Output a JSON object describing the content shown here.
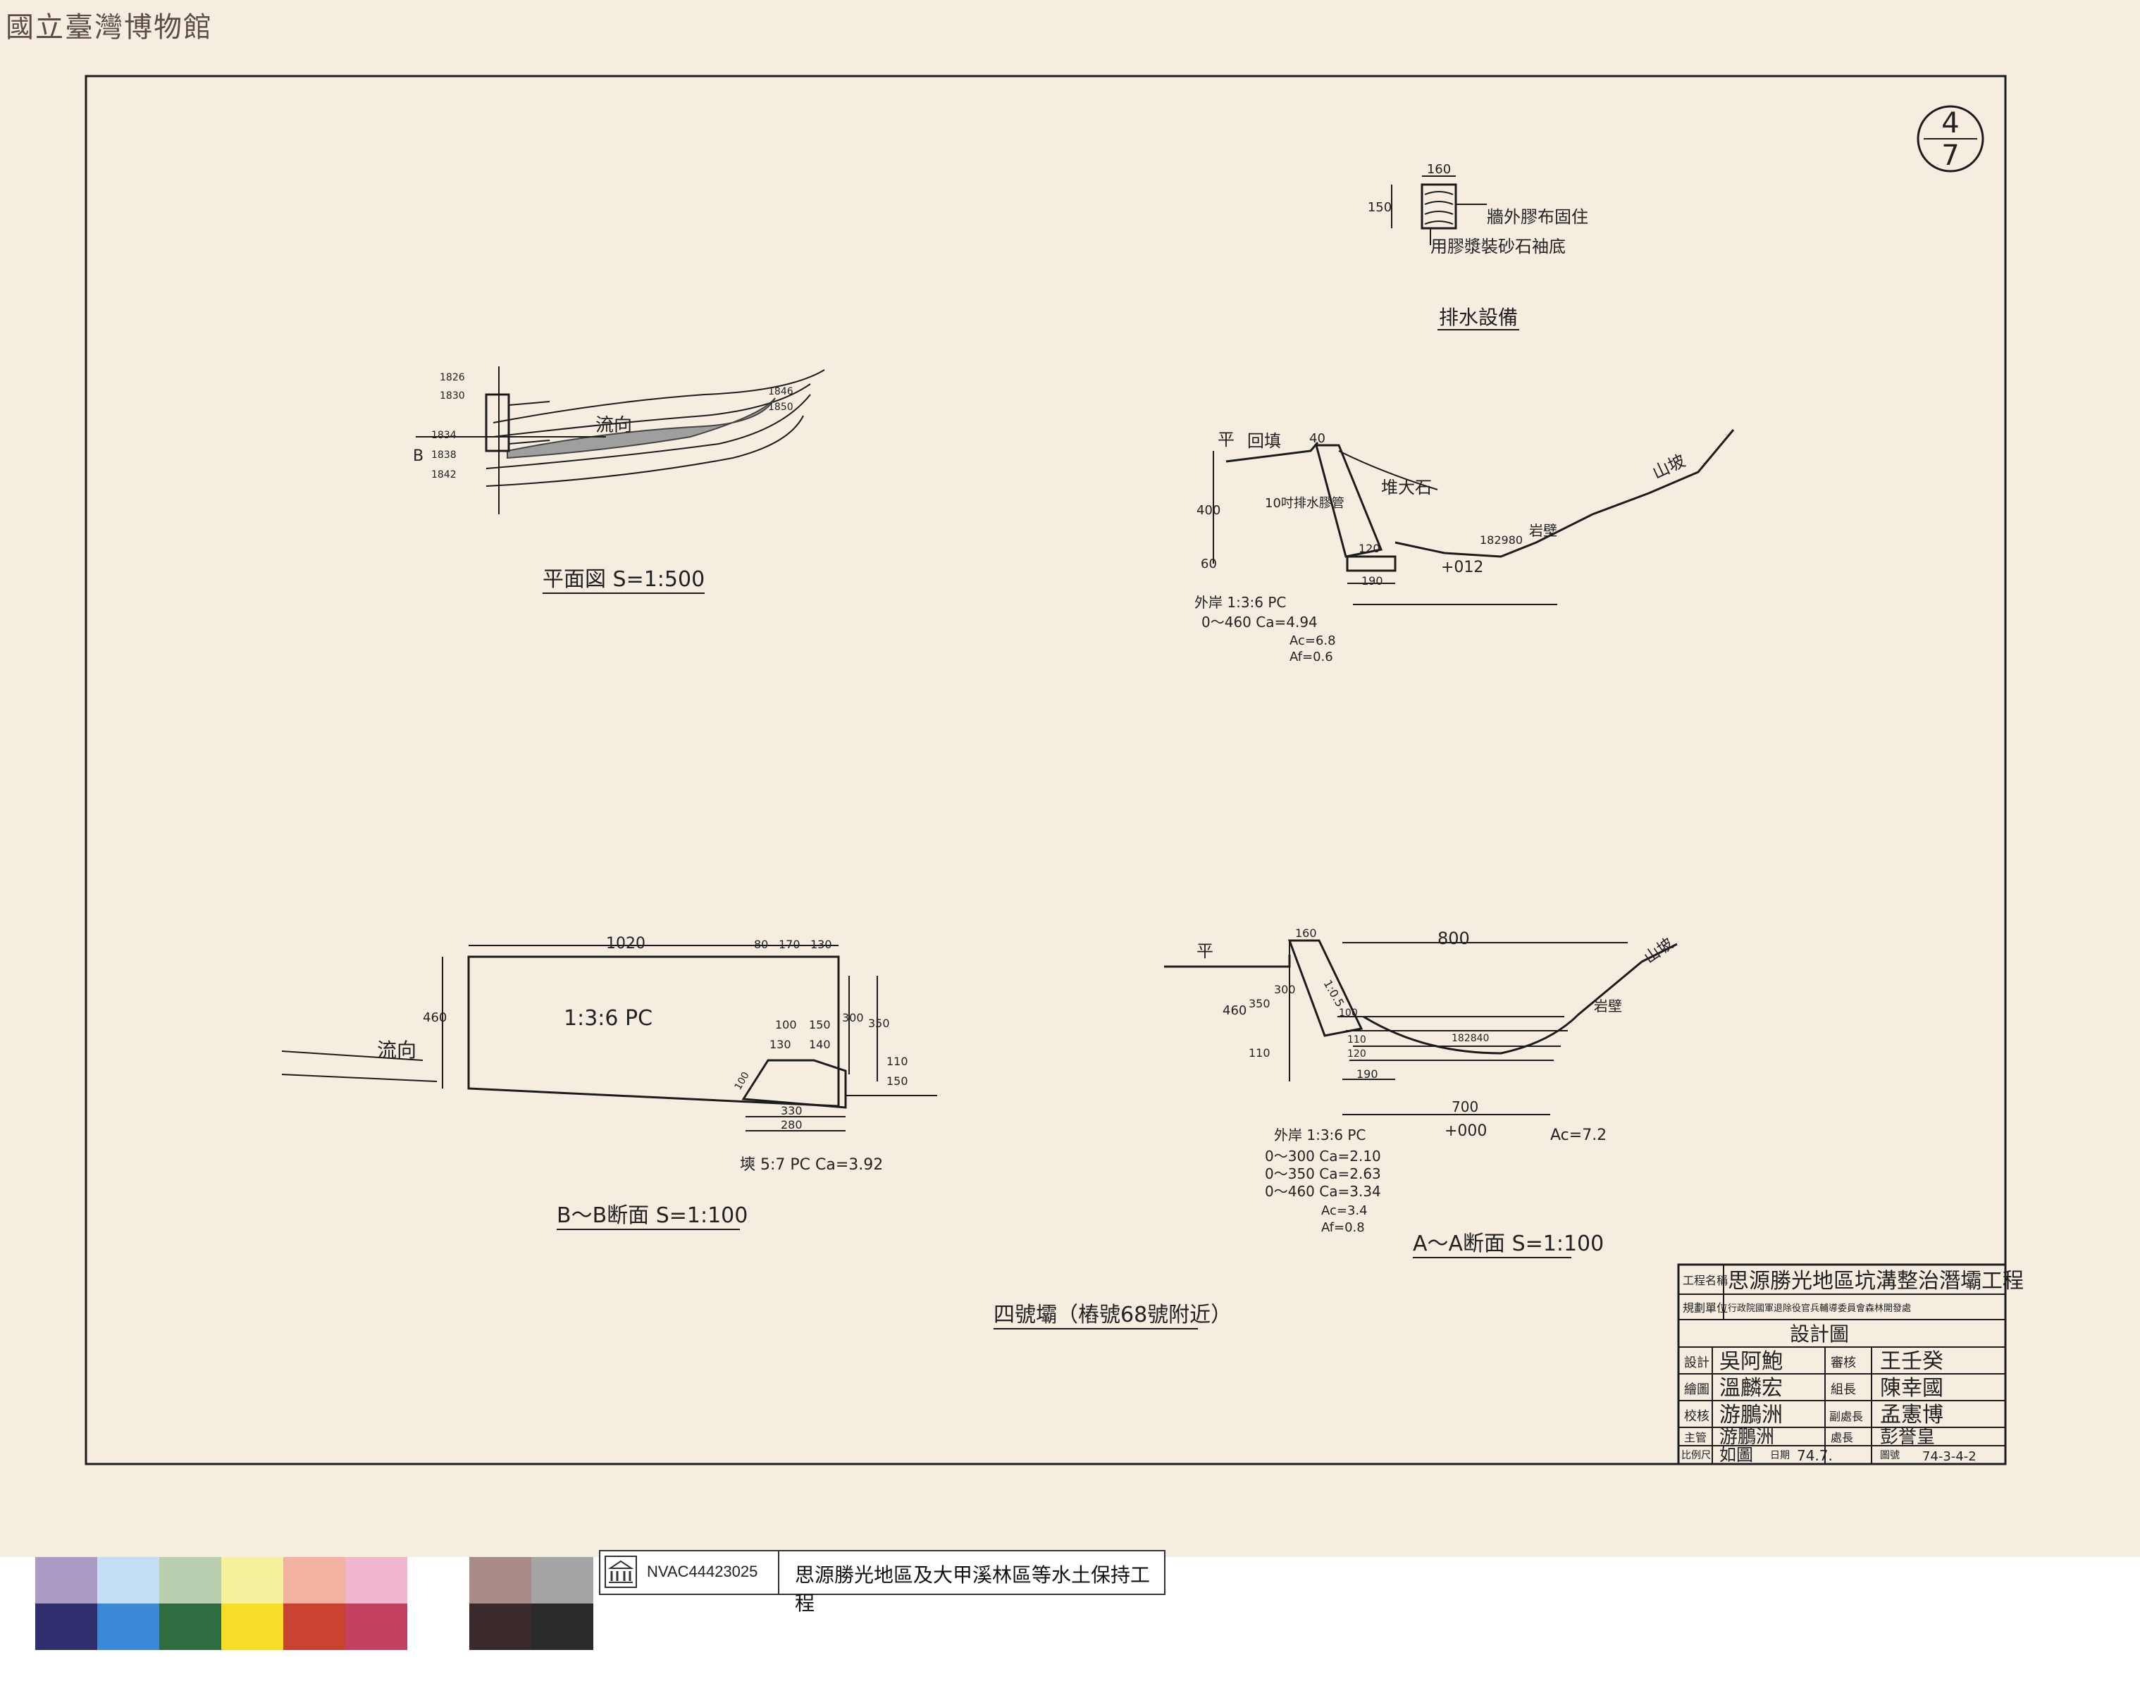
{
  "watermark": "國立臺灣博物館",
  "sheet_number": {
    "top": "4",
    "bottom": "7"
  },
  "drainage": {
    "title": "排水設備",
    "dim_width": "160",
    "dim_height": "150",
    "note_top": "牆外膠布固住",
    "note_bottom": "用膠漿裝砂石袖底"
  },
  "plan": {
    "title": "平面図 S=1:500",
    "flow": "流向",
    "section_b": "B",
    "contours": [
      "1826",
      "1830",
      "1834",
      "1838",
      "1842",
      "1846",
      "1850"
    ]
  },
  "section_upper": {
    "flat": "平",
    "backfill": "回填",
    "crest": "40",
    "drain_pipe": "10吋排水膠管",
    "boulder": "堆大石",
    "mountain": "山坡",
    "rockwall": "岩壁",
    "height": "400",
    "depth": "60",
    "base": "190",
    "base_top": "120",
    "station": "+012",
    "elevation": "182980",
    "notes": [
      "外岸 1:3:6 PC",
      "0～460 Ca=4.94",
      "Ac=6.8",
      "Af=0.6"
    ]
  },
  "section_bb": {
    "title": "B～B断面 S=1:100",
    "length": "1020",
    "dim_top_right": [
      "80",
      "170",
      "130"
    ],
    "height_left": "460",
    "concrete": "1:3:6 PC",
    "flow": "流向",
    "dims_right": [
      "300",
      "350",
      "110",
      "150"
    ],
    "apron_dims": [
      "100",
      "150",
      "130",
      "140"
    ],
    "apron_side": "100",
    "base_dims": [
      "330",
      "280"
    ],
    "apron_note": "塽 5:7 PC Ca=3.92"
  },
  "section_aa": {
    "title": "A～A断面 S=1:100",
    "flat": "平",
    "crest": "160",
    "length": "800",
    "height": "460",
    "h1": "300",
    "h2": "350",
    "h3": "110",
    "slope": "1:0.5",
    "step_labels": [
      "100",
      "110",
      "120"
    ],
    "base": "190",
    "base_len": "700",
    "mountain": "山坡",
    "rockwall": "岩壁",
    "elevation": "182840",
    "station": "+000",
    "ac": "Ac=7.2",
    "notes": [
      "外岸 1:3:6 PC",
      "0～300 Ca=2.10",
      "0～350 Ca=2.63",
      "0～460 Ca=3.34",
      "Ac=3.4",
      "Af=0.8"
    ]
  },
  "dam_caption": "四號壩（樁號68號附近）",
  "title_block": {
    "project_label": "工程名稱",
    "project_name": "思源勝光地區坑溝整治潛壩工程",
    "plan_unit_label": "規劃單位",
    "plan_unit": "行政院國軍退除役官兵輔導委員會森林開發處",
    "drawing_type": "設計圖",
    "design_label": "設計",
    "design_name": "吳阿鮑",
    "review_label": "審核",
    "review_name": "王壬癸",
    "draw_label": "繪圖",
    "draw_name": "溫麟宏",
    "chief_label": "組長",
    "chief_name": "陳幸國",
    "check_label": "校核",
    "check_name": "游鵬洲",
    "deputy_label": "副處長",
    "deputy_name": "孟憲博",
    "manager_label": "主管",
    "manager_name": "游鵬洲",
    "director_label": "處長",
    "director_name": "彭誉皇",
    "scale_label": "比例尺",
    "scale_value": "如圖",
    "date_label": "日期",
    "date_value": "74.7.",
    "number_label": "圖號",
    "number_value": "74-3-4-2"
  },
  "color_bar": {
    "top": [
      "#a99bc4",
      "#c4dff5",
      "#b9cfb0",
      "#f6f19c",
      "#f2b29f",
      "#f1b7cf",
      "#ffffff",
      "#a98c8a",
      "#a4a5a4"
    ],
    "bottom": [
      "#312e6e",
      "#3a89d4",
      "#2f6c40",
      "#f6dd28",
      "#c9412f",
      "#c24060",
      "#ffffff",
      "#3a2a2c",
      "#2a2a2a"
    ]
  },
  "catalog": {
    "code": "NVAC44423025",
    "title": "思源勝光地區及大甲溪林區等水土保持工程"
  }
}
